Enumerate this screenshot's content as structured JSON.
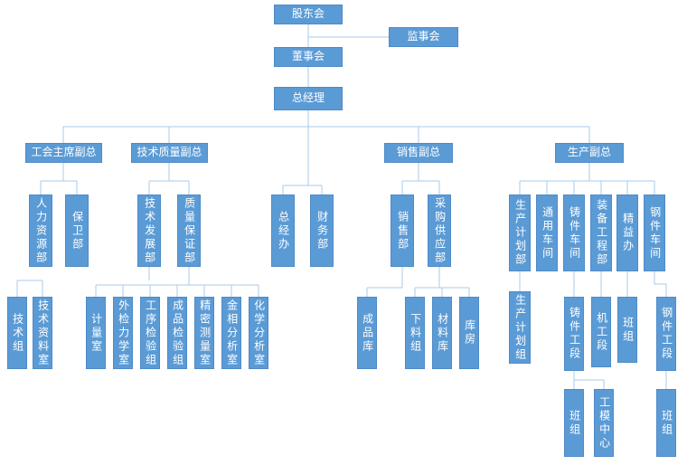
{
  "colors": {
    "node_fill": "#5B9BD5",
    "node_border": "#4E8AC9",
    "node_text": "#FFFFFF",
    "connector": "#A8CBE8",
    "background": "#FFFFFF"
  },
  "nodes": {
    "shareholders": "股东会",
    "supervisory": "监事会",
    "board": "董事会",
    "gm": "总经理",
    "union_vp": "工会主席副总",
    "tech_vp": "技术质量副总",
    "sales_vp": "销售副总",
    "prod_vp": "生产副总",
    "hr": "人力资源部",
    "security": "保卫部",
    "tech_dev": "技术发展部",
    "qa": "质量保证部",
    "gm_office": "总经办",
    "finance": "财务部",
    "sales_dept": "销售部",
    "procurement": "采购供应部",
    "prod_plan_dept": "生产计划部",
    "general_workshop": "通用车间",
    "casting_workshop": "铸件车间",
    "equipment_eng": "装备工程部",
    "lean_office": "精益办",
    "steel_workshop": "钢件车间",
    "tech_group": "技术组",
    "tech_archive": "技术资料室",
    "metrology": "计量室",
    "mech_inspection": "外检力学室",
    "process_inspection": "工序检验组",
    "product_inspection": "成品检验组",
    "precision_measure": "精密测量室",
    "metallographic": "金相分析室",
    "chemical": "化学分析室",
    "finished_store": "成品库",
    "cutting_group": "下料组",
    "material_store": "材料库",
    "warehouse": "库房",
    "prod_plan_group": "生产计划组",
    "casting_section": "铸件工段",
    "machine_section": "机工段",
    "lean_team": "班组",
    "steel_section": "钢件工段",
    "casting_team": "班组",
    "tooling_center": "工模中心",
    "steel_team": "班组"
  },
  "edges": {
    "shareholders": [
      "supervisory",
      "board"
    ],
    "board": [
      "gm"
    ],
    "gm": [
      "union_vp",
      "tech_vp",
      "gm_office",
      "finance",
      "sales_vp",
      "prod_vp"
    ],
    "union_vp": [
      "hr",
      "security"
    ],
    "tech_vp": [
      "tech_dev",
      "qa"
    ],
    "tech_dev": [
      "tech_group",
      "tech_archive"
    ],
    "qa": [
      "metrology",
      "mech_inspection",
      "process_inspection",
      "product_inspection",
      "precision_measure",
      "metallographic",
      "chemical"
    ],
    "sales_vp": [
      "sales_dept",
      "procurement"
    ],
    "sales_dept": [
      "finished_store"
    ],
    "procurement": [
      "cutting_group",
      "material_store",
      "warehouse"
    ],
    "prod_vp": [
      "prod_plan_dept",
      "general_workshop",
      "casting_workshop",
      "equipment_eng",
      "lean_office",
      "steel_workshop"
    ],
    "prod_plan_dept": [
      "prod_plan_group"
    ],
    "casting_workshop": [
      "casting_section"
    ],
    "casting_section": [
      "casting_team",
      "tooling_center"
    ],
    "equipment_eng": [
      "machine_section"
    ],
    "lean_office": [
      "lean_team"
    ],
    "steel_workshop": [
      "steel_section"
    ],
    "steel_section": [
      "steel_team"
    ]
  }
}
